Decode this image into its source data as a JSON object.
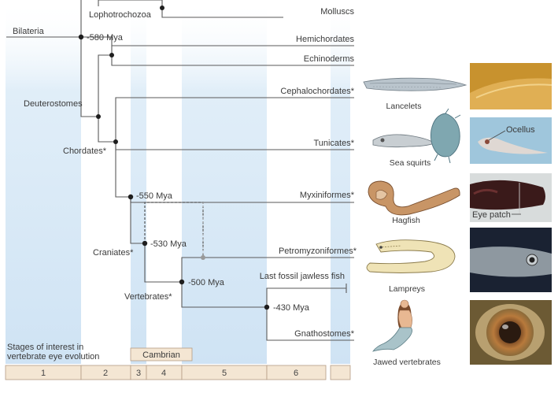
{
  "nodes": {
    "lophotrochozoa": "Lophotrochozoa",
    "bilateria": "Bilateria",
    "mya580": "-580 Mya",
    "deuterostomes": "Deuterostomes",
    "chordates": "Chordates*",
    "mya550": "-550 Mya",
    "craniates": "Craniates*",
    "mya530": "-530 Mya",
    "vertebrates": "Vertebrates*",
    "mya500": "-500 Mya",
    "mya430": "-430 Mya"
  },
  "taxa": {
    "molluscs": "Molluscs",
    "hemichordates": "Hemichordates",
    "echinoderms": "Echinoderms",
    "cephalochordates": "Cephalochordates*",
    "tunicates": "Tunicates*",
    "myxiniformes": "Myxiniformes*",
    "petromyzoniformes": "Petromyzoniformes*",
    "last_fossil": "Last fossil jawless fish",
    "gnathostomes": "Gnathostomes*"
  },
  "animals": {
    "lancelets": "Lancelets",
    "sea_squirts": "Sea squirts",
    "hagfish": "Hagfish",
    "lampreys": "Lampreys",
    "jawed_vertebrates": "Jawed vertebrates"
  },
  "photo_labels": {
    "ocellus": "Ocellus",
    "eye_patch": "Eye patch"
  },
  "stages": {
    "caption_line1": "Stages of interest in",
    "caption_line2": "vertebrate eye evolution",
    "period": "Cambrian",
    "numbers": [
      "1",
      "2",
      "3",
      "4",
      "5",
      "6"
    ]
  },
  "colors": {
    "band": "#d6e8f6",
    "branch": "#5a5a5a",
    "node": "#1e1e1e",
    "stage_fill": "#f4e6d3",
    "stage_border": "#b59c84"
  }
}
